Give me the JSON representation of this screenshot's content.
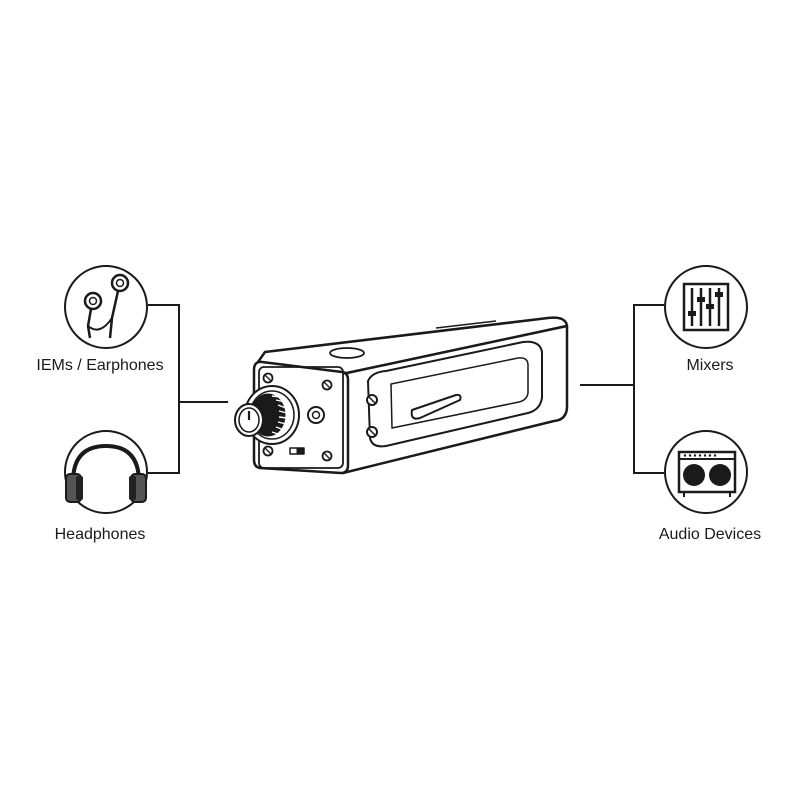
{
  "left_outputs": [
    {
      "label": "IEMs / Earphones",
      "icon": "earphones-icon"
    },
    {
      "label": "Headphones",
      "icon": "headphones-icon"
    }
  ],
  "right_inputs": [
    {
      "label": "Mixers",
      "icon": "mixer-faders-icon"
    },
    {
      "label": "Audio Devices",
      "icon": "speaker-cabinet-icon"
    }
  ],
  "center_device": {
    "icon": "headphone-amplifier-device-icon"
  },
  "colors": {
    "stroke": "#1a1a1a",
    "background": "#ffffff",
    "fill_dark": "#222222",
    "fill_grey": "#8a8a8a"
  }
}
